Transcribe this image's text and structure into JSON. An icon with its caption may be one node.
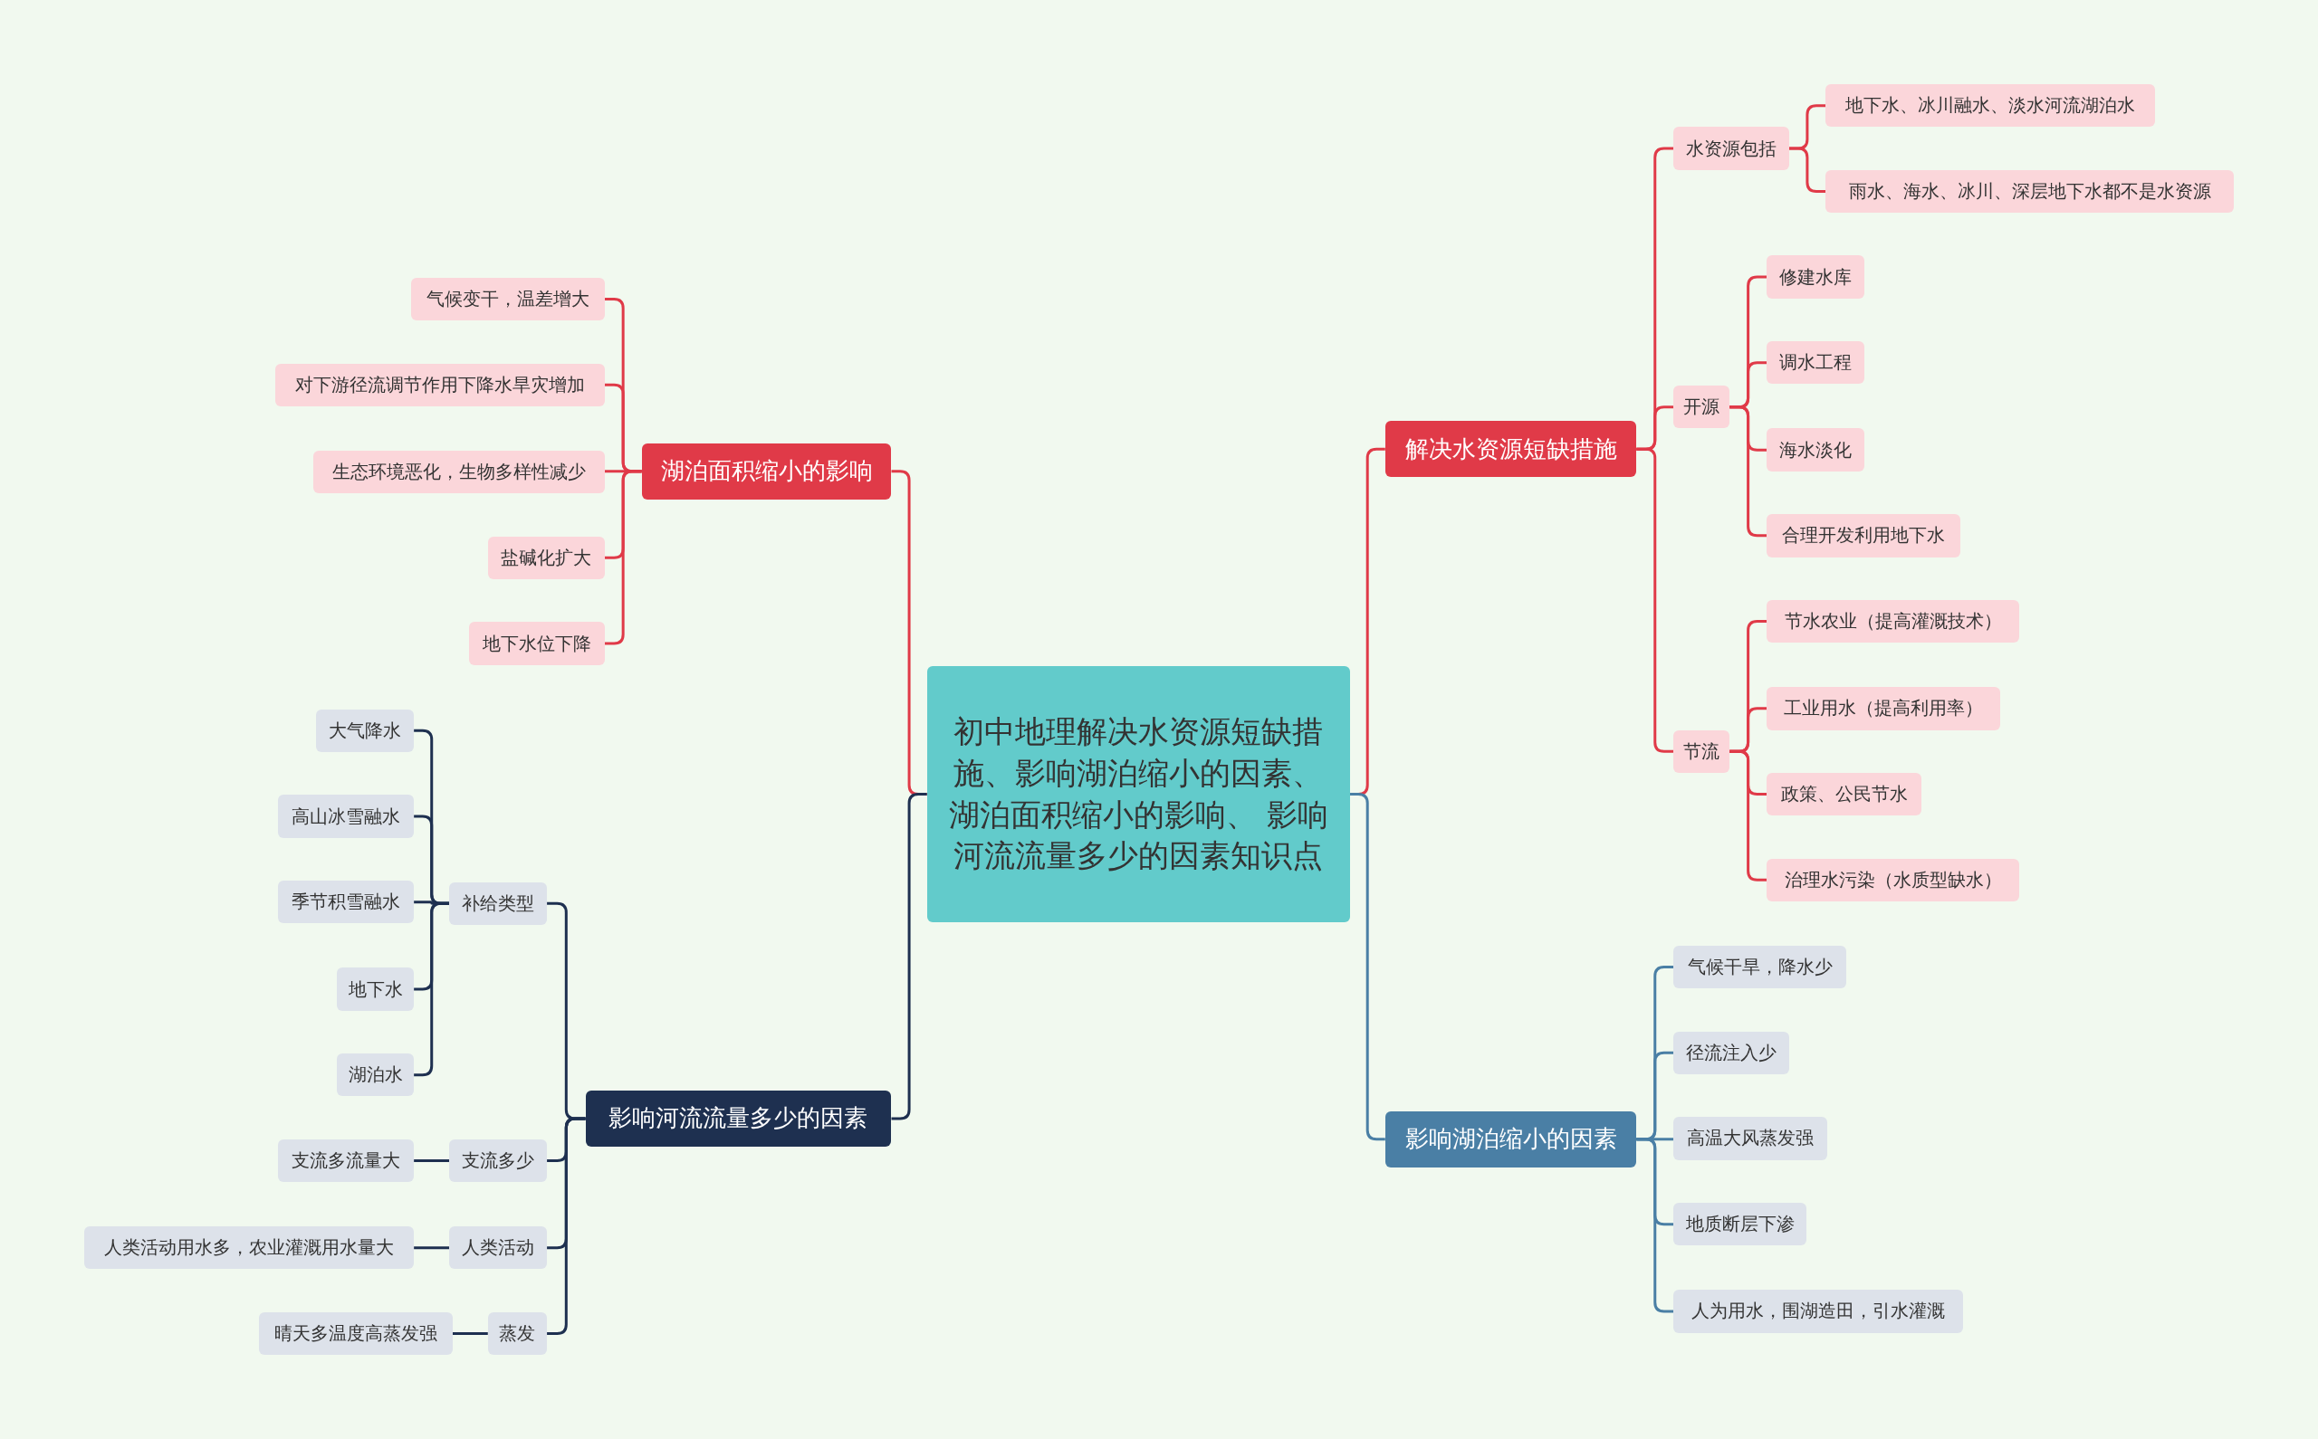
{
  "diagram": {
    "nodes": [
      {
        "text": [
          "初中地理解决水资源短缺措施、影响湖泊缩小的因素、湖泊面积缩小的影响、 影响河流流量多少的因素知识点"
        ]
      },
      {
        "text": [
          "解决水资源短缺措施"
        ]
      },
      {
        "text": [
          "水资源包括"
        ]
      },
      {
        "text": [
          "地下水、冰川融水、淡水河流湖泊水"
        ]
      },
      {
        "text": [
          "雨水、海水、冰川、深层地下水都不是水资源"
        ]
      },
      {
        "text": [
          "开源"
        ]
      },
      {
        "text": [
          "修建水库"
        ]
      },
      {
        "text": [
          "调水工程"
        ]
      },
      {
        "text": [
          "海水淡化"
        ]
      },
      {
        "text": [
          "合理开发利用地下水"
        ]
      },
      {
        "text": [
          "节流"
        ]
      },
      {
        "text": [
          "节水农业（提高灌溉技术）"
        ]
      },
      {
        "text": [
          "工业用水（提高利用率）"
        ]
      },
      {
        "text": [
          "政策、公民节水"
        ]
      },
      {
        "text": [
          "治理水污染（水质型缺水）"
        ]
      },
      {
        "text": [
          "影响湖泊缩小的因素"
        ]
      },
      {
        "text": [
          "气候干旱，降水少"
        ]
      },
      {
        "text": [
          "径流注入少"
        ]
      },
      {
        "text": [
          "高温大风蒸发强"
        ]
      },
      {
        "text": [
          "地质断层下渗"
        ]
      },
      {
        "text": [
          "人为用水，围湖造田，引水灌溉"
        ]
      },
      {
        "text": [
          "湖泊面积缩小的影响"
        ]
      },
      {
        "text": [
          "气候变干，温差增大"
        ]
      },
      {
        "text": [
          "对下游径流调节作用下降水旱灾增加"
        ]
      },
      {
        "text": [
          "生态环境恶化，生物多样性减少"
        ]
      },
      {
        "text": [
          "盐碱化扩大"
        ]
      },
      {
        "text": [
          "地下水位下降"
        ]
      },
      {
        "text": [
          "影响河流流量多少的因素"
        ]
      },
      {
        "text": [
          "补给类型"
        ]
      },
      {
        "text": [
          "大气降水"
        ]
      },
      {
        "text": [
          "高山冰雪融水"
        ]
      },
      {
        "text": [
          "季节积雪融水"
        ]
      },
      {
        "text": [
          "地下水"
        ]
      },
      {
        "text": [
          "湖泊水"
        ]
      },
      {
        "text": [
          "支流多少"
        ]
      },
      {
        "text": [
          "支流多流量大"
        ]
      },
      {
        "text": [
          "人类活动"
        ]
      },
      {
        "text": [
          "人类活动用水多，农业灌溉用水量大"
        ]
      },
      {
        "text": [
          "蒸发"
        ]
      },
      {
        "text": [
          "晴天多温度高蒸发强"
        ]
      }
    ],
    "edges": [
      {
        "from": 0,
        "to": 1,
        "arrow": "none"
      },
      {
        "from": 1,
        "to": 2,
        "arrow": "none"
      },
      {
        "from": 2,
        "to": 3,
        "arrow": "none"
      },
      {
        "from": 2,
        "to": 4,
        "arrow": "none"
      },
      {
        "from": 1,
        "to": 5,
        "arrow": "none"
      },
      {
        "from": 5,
        "to": 6,
        "arrow": "none"
      },
      {
        "from": 5,
        "to": 7,
        "arrow": "none"
      },
      {
        "from": 5,
        "to": 8,
        "arrow": "none"
      },
      {
        "from": 5,
        "to": 9,
        "arrow": "none"
      },
      {
        "from": 1,
        "to": 10,
        "arrow": "none"
      },
      {
        "from": 10,
        "to": 11,
        "arrow": "none"
      },
      {
        "from": 10,
        "to": 12,
        "arrow": "none"
      },
      {
        "from": 10,
        "to": 13,
        "arrow": "none"
      },
      {
        "from": 10,
        "to": 14,
        "arrow": "none"
      },
      {
        "from": 0,
        "to": 15,
        "arrow": "none",
        "color": "#4a7fa5"
      },
      {
        "from": 15,
        "to": 16,
        "arrow": "none",
        "color": "#4a7fa5"
      },
      {
        "from": 15,
        "to": 17,
        "arrow": "none",
        "color": "#4a7fa5"
      },
      {
        "from": 15,
        "to": 18,
        "arrow": "none",
        "color": "#4a7fa5"
      },
      {
        "from": 15,
        "to": 19,
        "arrow": "none",
        "color": "#4a7fa5"
      },
      {
        "from": 15,
        "to": 20,
        "arrow": "none",
        "color": "#4a7fa5"
      },
      {
        "from": 0,
        "to": 21,
        "arrow": "none"
      },
      {
        "from": 21,
        "to": 22,
        "arrow": "none"
      },
      {
        "from": 21,
        "to": 23,
        "arrow": "none"
      },
      {
        "from": 21,
        "to": 24,
        "arrow": "none"
      },
      {
        "from": 21,
        "to": 25,
        "arrow": "none"
      },
      {
        "from": 21,
        "to": 26,
        "arrow": "none"
      },
      {
        "from": 0,
        "to": 27,
        "arrow": "none",
        "color": "#1e3050"
      },
      {
        "from": 27,
        "to": 28,
        "arrow": "none",
        "color": "#1e3050"
      },
      {
        "from": 28,
        "to": 29,
        "arrow": "none",
        "color": "#1e3050"
      },
      {
        "from": 28,
        "to": 30,
        "arrow": "none",
        "color": "#1e3050"
      },
      {
        "from": 28,
        "to": 31,
        "arrow": "none",
        "color": "#1e3050"
      },
      {
        "from": 28,
        "to": 32,
        "arrow": "none",
        "color": "#1e3050"
      },
      {
        "from": 28,
        "to": 33,
        "arrow": "none",
        "color": "#1e3050"
      },
      {
        "from": 27,
        "to": 34,
        "arrow": "none",
        "color": "#1e3050"
      },
      {
        "from": 34,
        "to": 35,
        "arrow": "none",
        "color": "#1e3050"
      },
      {
        "from": 27,
        "to": 36,
        "arrow": "none",
        "color": "#1e3050"
      },
      {
        "from": 36,
        "to": 37,
        "arrow": "none",
        "color": "#1e3050"
      },
      {
        "from": 27,
        "to": 38,
        "arrow": "none",
        "color": "#1e3050"
      },
      {
        "from": 38,
        "to": 39,
        "arrow": "none",
        "color": "#1e3050"
      }
    ]
  }
}
